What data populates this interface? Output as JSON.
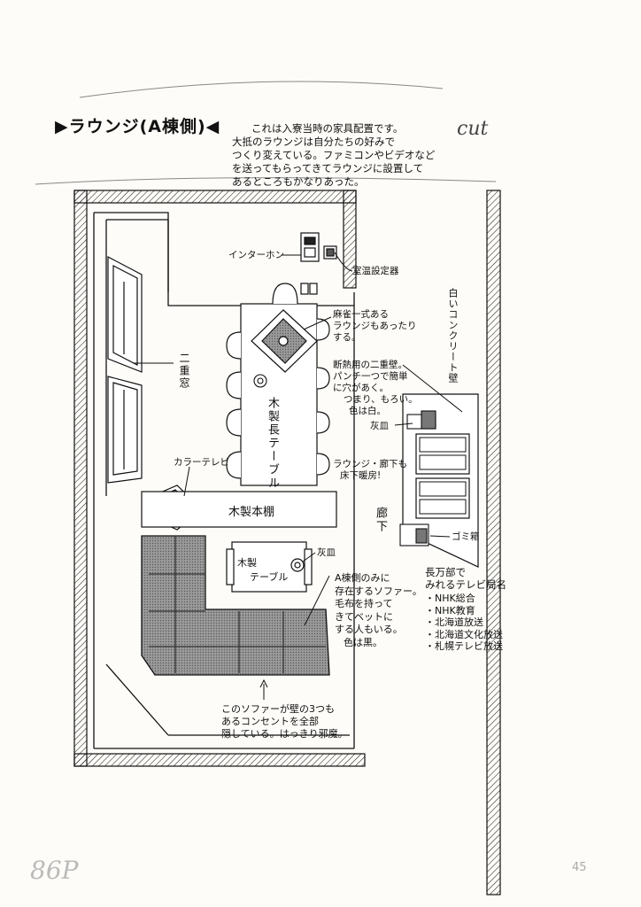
{
  "title": "▶ラウンジ(A棟側)◀",
  "top_note": [
    "これは入寮当時の家具配置です。",
    "大抵のラウンジは自分たちの好みで",
    "つくり変えている。ファミコンやビデオなど",
    "を送ってもらってきてラウンジに設置して",
    "あるところもかなりあった。"
  ],
  "corner_mark": "cut",
  "labels": {
    "intercom": "インターホン",
    "thermostat": "室温設定器",
    "double_window": "二重窓",
    "mahjong": [
      "麻雀一式ある",
      "ラウンジもあったり",
      "する。"
    ],
    "long_table": "木製長テーブル",
    "insulated_wall": [
      "断熱用の二重壁。",
      "パンチ一つで簡単",
      "に穴があく。",
      "つまり、もろい。",
      "色は白。"
    ],
    "ashtray_wall": "灰皿",
    "color_tv": "カラーテレビ",
    "floor_heating": [
      "ラウンジ・廊下も",
      "床下暖房!"
    ],
    "bookshelf": "木製本棚",
    "corridor": "廊下",
    "trash": "ゴミ箱",
    "ashtray_table": "灰皿",
    "low_table": [
      "木製",
      "テーブル"
    ],
    "sofa_note": [
      "A棟側のみに",
      "存在するソファー。",
      "毛布を持って",
      "きてベットに",
      "する人もいる。",
      "色は黒。"
    ],
    "concrete_wall": "白いコンクリート壁",
    "sofa_bottom": [
      "このソファーが壁の3つも",
      "あるコンセントを全部",
      "隠している。はっきり邪魔。"
    ]
  },
  "tv_stations": {
    "heading": [
      "長万部で",
      "みれるテレビ局名"
    ],
    "items": [
      "・NHK総合",
      "・NHK教育",
      "・北海道放送",
      "・北海道文化放送",
      "・札幌テレビ放送"
    ]
  },
  "page_left": "86P",
  "page_right": "45"
}
